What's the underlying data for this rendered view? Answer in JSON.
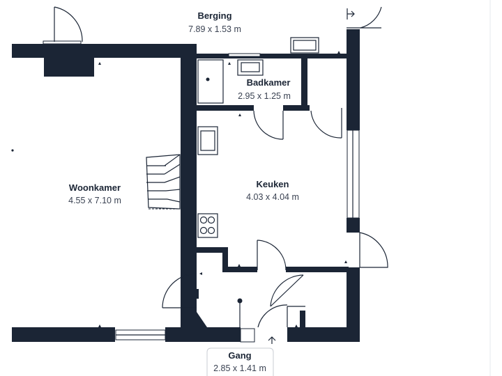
{
  "floorplan": {
    "rooms": [
      {
        "id": "berging",
        "name": "Berging",
        "dims": "7.89 x 1.53 m"
      },
      {
        "id": "badkamer",
        "name": "Badkamer",
        "dims": "2.95 x 1.25 m"
      },
      {
        "id": "woonkamer",
        "name": "Woonkamer",
        "dims": "4.55 x 7.10 m"
      },
      {
        "id": "keuken",
        "name": "Keuken",
        "dims": "4.03 x 4.04 m"
      },
      {
        "id": "gang",
        "name": "Gang",
        "dims": "2.85 x 1.41 m"
      }
    ],
    "colors": {
      "wall": "#1b2535",
      "background": "#ffffff",
      "dim_text": "#3a4252"
    }
  }
}
